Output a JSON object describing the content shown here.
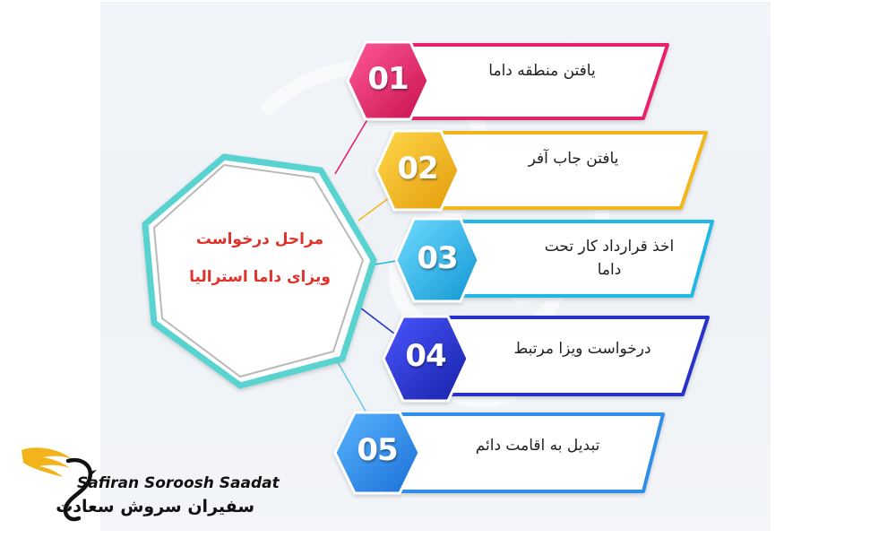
{
  "center": {
    "line1": "مراحل درخواست",
    "line2": "ویزای داما استرالیا"
  },
  "steps": [
    {
      "number": "01",
      "text": "یافتن منطقه داما",
      "color": "#e8246a"
    },
    {
      "number": "02",
      "text": "یافتن جاب آفر",
      "color": "#f2b61c"
    },
    {
      "number": "03",
      "text": "اخذ قرارداد کار تحت داما",
      "color": "#21b8e6"
    },
    {
      "number": "04",
      "text": "درخواست ویزا مرتبط",
      "color": "#2633c9"
    },
    {
      "number": "05",
      "text": "تبدیل به اقامت دائم",
      "color": "#2f8ee8"
    }
  ],
  "logo": {
    "latin": "Safiran Soroosh Saadat",
    "persian": "سفیران سروش سعادت",
    "icon": "bird-logo-icon",
    "colors": {
      "gold": "#f2b31b",
      "black": "#111111"
    }
  }
}
